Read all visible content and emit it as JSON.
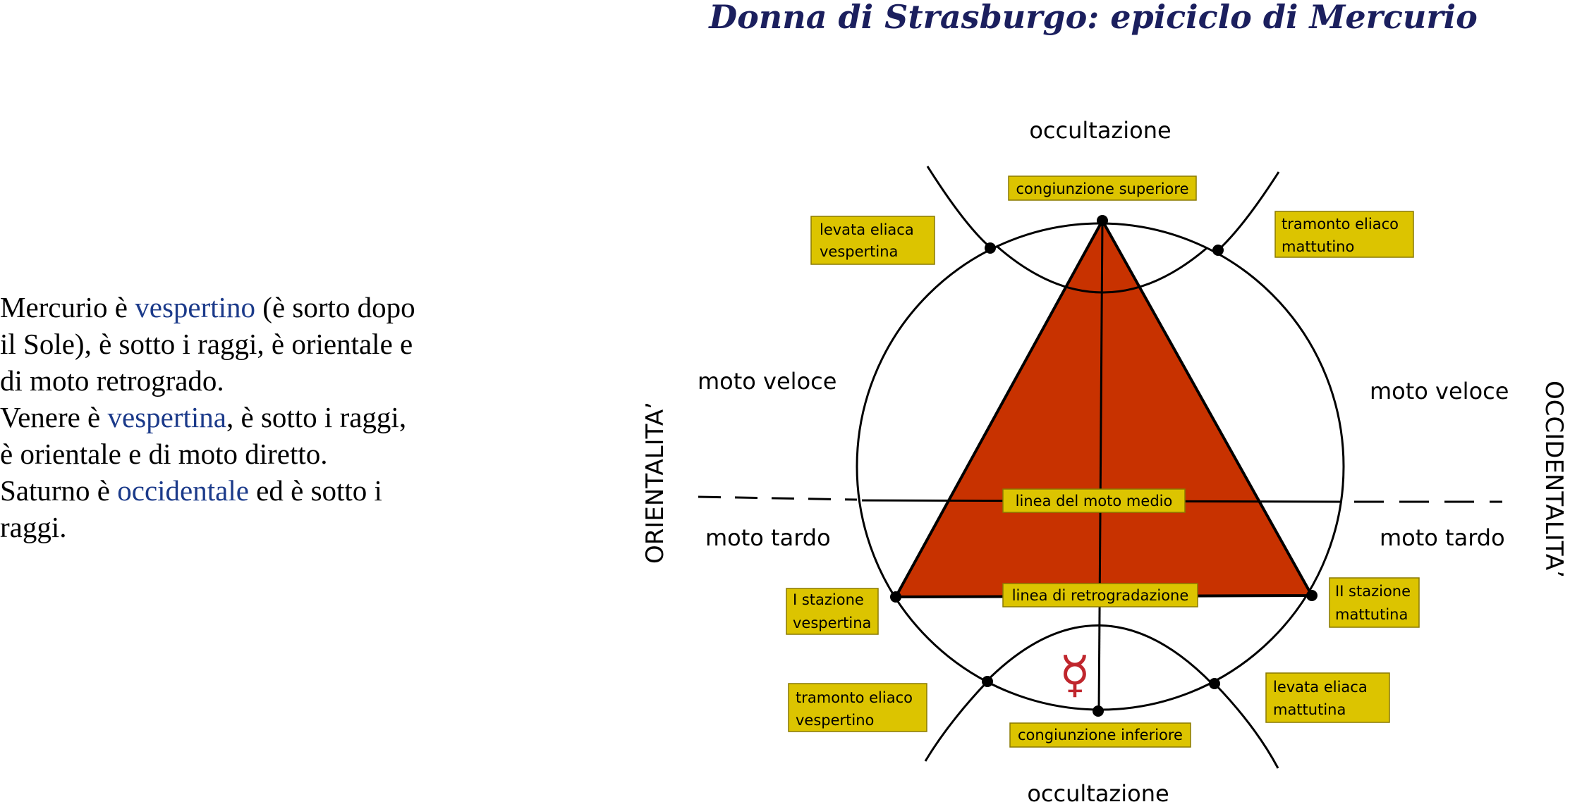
{
  "title": "Donna di Strasburgo: epiciclo di Mercurio",
  "paragraph": {
    "lines": [
      [
        {
          "t": "Mercurio è "
        },
        {
          "t": "vespertino",
          "hl": true
        },
        {
          "t": " (è sorto dopo"
        }
      ],
      [
        {
          "t": "il Sole), è sotto i raggi, è orientale e"
        }
      ],
      [
        {
          "t": "di moto retrogrado."
        }
      ],
      [
        {
          "t": "Venere è "
        },
        {
          "t": "vespertina",
          "hl": true
        },
        {
          "t": ", è sotto i raggi,"
        }
      ],
      [
        {
          "t": "è orientale e di moto diretto."
        }
      ],
      [
        {
          "t": "Saturno è "
        },
        {
          "t": "occidentale",
          "hl": true
        },
        {
          "t": " ed è sotto i"
        }
      ],
      [
        {
          "t": "raggi."
        }
      ]
    ]
  },
  "diagram": {
    "labels": {
      "occultazione_top": "occultazione",
      "occultazione_bottom": "occultazione",
      "moto_veloce_left": "moto veloce",
      "moto_veloce_right": "moto veloce",
      "moto_tardo_left": "moto tardo",
      "moto_tardo_right": "moto tardo",
      "orientalita": "ORIENTALITA’",
      "occidentalita": "OCCIDENTALITA’"
    },
    "boxes": {
      "congiunzione_superiore": [
        "congiunzione superiore"
      ],
      "levata_eliaca_vespertina": [
        "levata eliaca",
        "vespertina"
      ],
      "tramonto_eliaco_mattutino": [
        "tramonto eliaco",
        "mattutino"
      ],
      "linea_moto_medio": [
        "linea del moto medio"
      ],
      "linea_retrogradazione": [
        "linea di retrogradazione"
      ],
      "I_stazione_vespertina": [
        "I stazione",
        "vespertina"
      ],
      "II_stazione_mattutina": [
        "II stazione",
        "mattutina"
      ],
      "tramonto_eliaco_vespertino": [
        "tramonto eliaco",
        "vespertino"
      ],
      "levata_eliaca_mattutina": [
        "levata eliaca",
        "mattutina"
      ],
      "congiunzione_inferiore": [
        "congiunzione inferiore"
      ]
    },
    "symbol": "☿",
    "colors": {
      "triangle": "#c83200",
      "box_fill": "#dcc400",
      "box_stroke": "#8a7a00",
      "mercury_symbol": "#c0262d",
      "highlight_text": "#1b3a8a",
      "title": "#1b1f5e"
    }
  }
}
